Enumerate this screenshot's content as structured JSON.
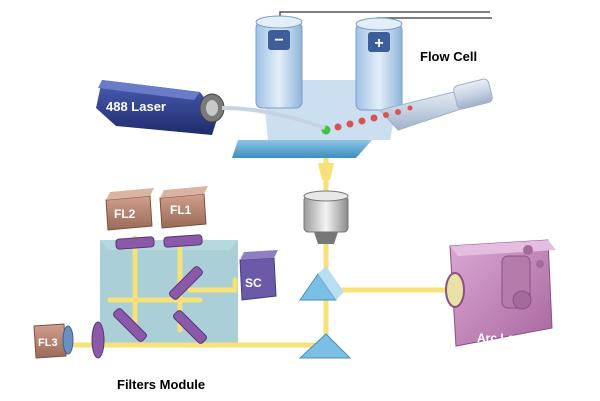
{
  "labels": {
    "flow_cell": "Flow Cell",
    "laser": "488 Laser",
    "filters_module": "Filters Module",
    "arc_lamp": "Arc Lamp",
    "fl1": "FL1",
    "fl2": "FL2",
    "fl3": "FL3",
    "sc": "SC",
    "electrode_minus": "−",
    "electrode_plus": "+"
  },
  "colors": {
    "beam": "#f7e27a",
    "laser_body": "#2e3f8f",
    "detector": "#b8826e",
    "sc_box": "#6b5aa8",
    "arc_lamp": "#c98fc2",
    "filter_panel": "#9cc7cf",
    "mirror": "#8a5aa8",
    "flow_cell": "#c6dcef",
    "stage": "#5fa8d3"
  }
}
